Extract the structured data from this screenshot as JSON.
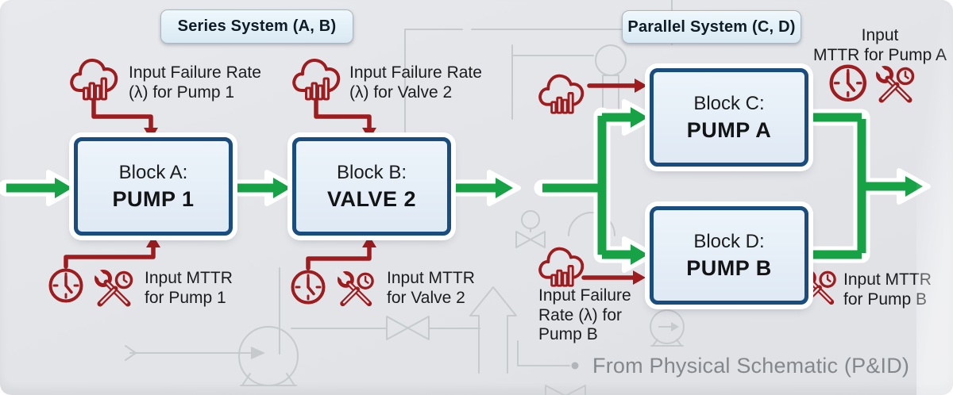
{
  "header": {
    "series_label": "Series System (A, B)",
    "parallel_label": "Parallel System (C, D)"
  },
  "blocks": {
    "a": {
      "label": "Block A:",
      "component": "PUMP 1"
    },
    "b": {
      "label": "Block B:",
      "component": "VALVE 2"
    },
    "c": {
      "label": "Block C:",
      "component": "PUMP A"
    },
    "d": {
      "label": "Block D:",
      "component": "PUMP B"
    }
  },
  "annotations": {
    "failure_pump1": {
      "lines": [
        "Input Failure Rate",
        "(λ) for Pump 1"
      ]
    },
    "failure_valve2": {
      "lines": [
        "Input Failure Rate",
        "(λ) for Valve 2"
      ]
    },
    "failure_pump_b": {
      "lines": [
        "Input Failure",
        "Rate (λ) for",
        "Pump B"
      ]
    },
    "mttr_pump1": {
      "lines": [
        "Input MTTR",
        "for Pump 1"
      ]
    },
    "mttr_valve2": {
      "lines": [
        "Input MTTR",
        "for Valve 2"
      ]
    },
    "mttr_pump_a": {
      "lines": [
        "Input",
        "MTTR for Pump A"
      ]
    },
    "mttr_pump_b": {
      "lines": [
        "Input MTTR",
        "for Pump B"
      ]
    }
  },
  "caption": "From Physical Schematic (P&ID)",
  "icons": {
    "failure_input": "cloud-bar-chart-icon",
    "repair_time": "clock-icon",
    "repair_tools": "wrench-clock-icon"
  },
  "colors": {
    "green": "#17a245",
    "red": "#9e1b1e",
    "navy": "#1a4d7f",
    "blockfill": "#dfe9f4",
    "schematic": "#c6cacd",
    "text": "#1b1c1e",
    "caption_gray": "#84888c"
  }
}
